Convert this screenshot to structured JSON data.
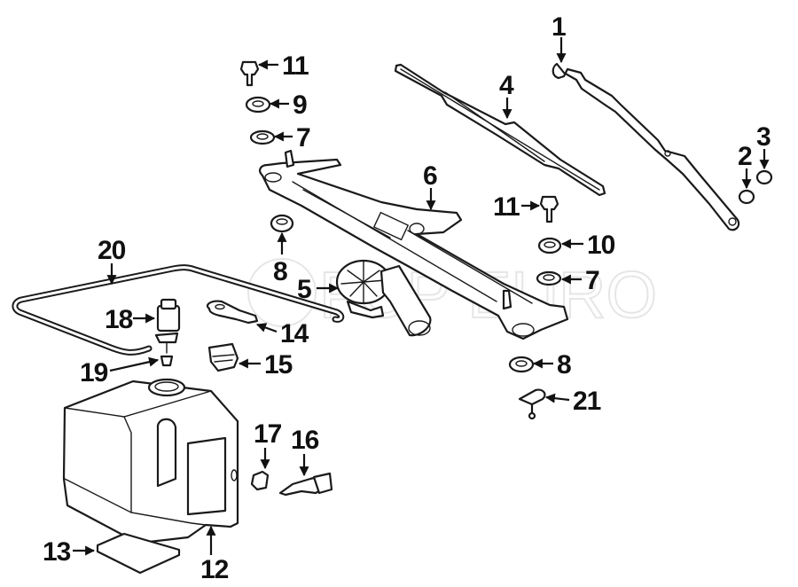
{
  "diagram": {
    "title": "Windshield Wiper & Washer Components",
    "watermark": "FCP EURO",
    "parts": [
      {
        "id": "1",
        "label": "1",
        "name": "wiper-arm"
      },
      {
        "id": "2",
        "label": "2",
        "name": "arm-nut"
      },
      {
        "id": "3",
        "label": "3",
        "name": "nut-cap"
      },
      {
        "id": "4",
        "label": "4",
        "name": "wiper-blade"
      },
      {
        "id": "5",
        "label": "5",
        "name": "wiper-motor"
      },
      {
        "id": "6",
        "label": "6",
        "name": "wiper-linkage"
      },
      {
        "id": "7a",
        "label": "7",
        "name": "washer-upper"
      },
      {
        "id": "7b",
        "label": "7",
        "name": "washer-right"
      },
      {
        "id": "8a",
        "label": "8",
        "name": "grommet-left"
      },
      {
        "id": "8b",
        "label": "8",
        "name": "grommet-right"
      },
      {
        "id": "9",
        "label": "9",
        "name": "bushing"
      },
      {
        "id": "10",
        "label": "10",
        "name": "bushing-right"
      },
      {
        "id": "11a",
        "label": "11",
        "name": "bolt-upper"
      },
      {
        "id": "11b",
        "label": "11",
        "name": "bolt-right"
      },
      {
        "id": "12",
        "label": "12",
        "name": "washer-reservoir"
      },
      {
        "id": "13",
        "label": "13",
        "name": "reservoir-pad"
      },
      {
        "id": "14",
        "label": "14",
        "name": "ground-strap"
      },
      {
        "id": "15",
        "label": "15",
        "name": "reservoir-cap"
      },
      {
        "id": "16",
        "label": "16",
        "name": "hose-connector"
      },
      {
        "id": "17",
        "label": "17",
        "name": "grommet-seal"
      },
      {
        "id": "18",
        "label": "18",
        "name": "washer-pump"
      },
      {
        "id": "19",
        "label": "19",
        "name": "pump-seal"
      },
      {
        "id": "20",
        "label": "20",
        "name": "washer-hose"
      },
      {
        "id": "21",
        "label": "21",
        "name": "washer-nozzle"
      }
    ]
  }
}
